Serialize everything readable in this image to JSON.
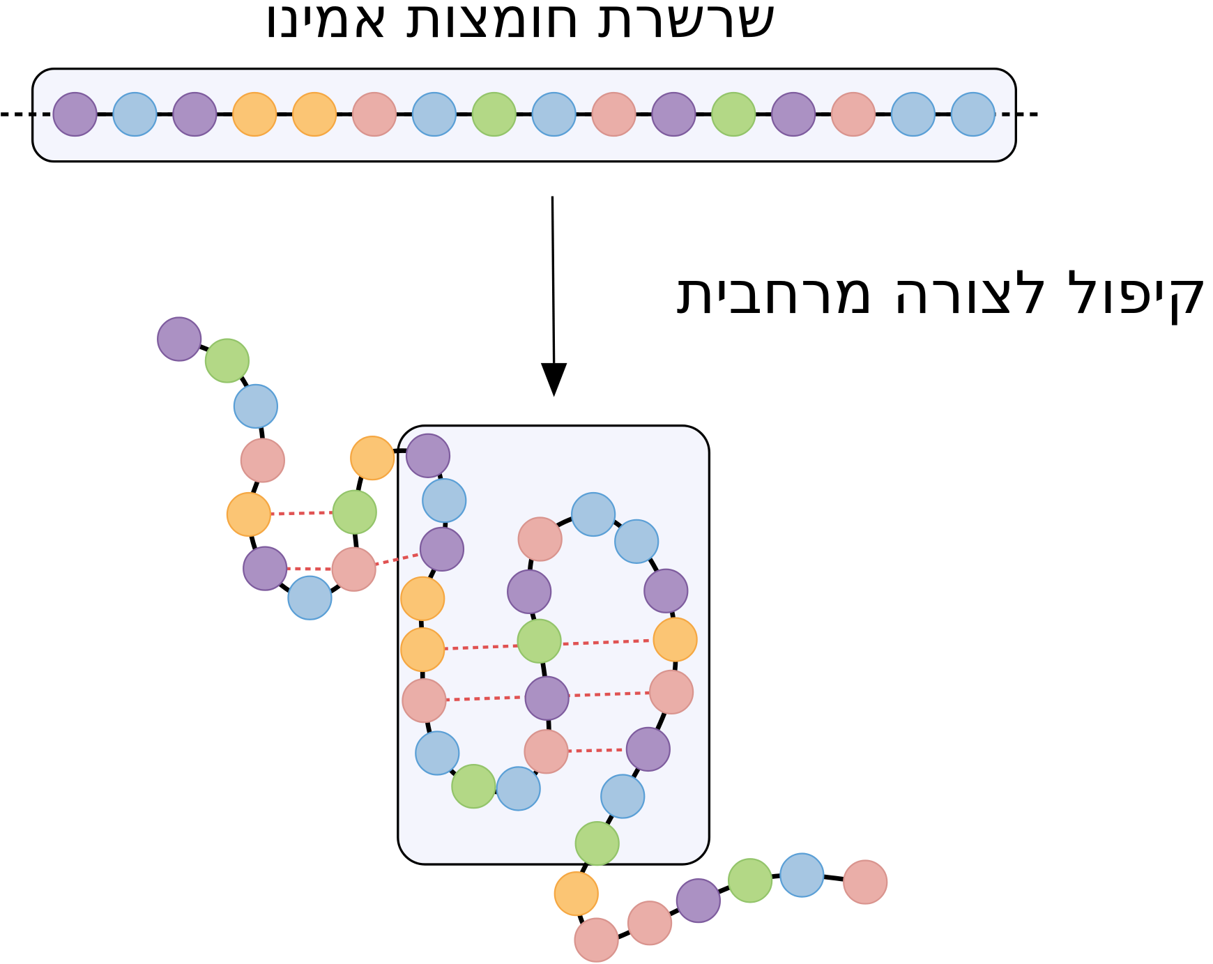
{
  "title": "שרשרת חומצות אמינו",
  "fold_label": "קיפול לצורה מרחבית",
  "colors": {
    "P": {
      "fill": "#ab91c3",
      "stroke": "#7e5c9e"
    },
    "B": {
      "fill": "#a6c6e2",
      "stroke": "#5a9fd6"
    },
    "O": {
      "fill": "#fbc574",
      "stroke": "#f5a742"
    },
    "R": {
      "fill": "#eaaea8",
      "stroke": "#d9948e"
    },
    "G": {
      "fill": "#b3d886",
      "stroke": "#93c46a"
    },
    "box_fill": "#f4f5fd",
    "bond": "#e05252"
  },
  "linear_chain": [
    "P",
    "B",
    "P",
    "O",
    "O",
    "R",
    "B",
    "G",
    "B",
    "R",
    "P",
    "G",
    "P",
    "R",
    "B",
    "B"
  ],
  "folded_chain": [
    "P",
    "G",
    "B",
    "R",
    "O",
    "P",
    "B",
    "R",
    "G",
    "O",
    "P",
    "B",
    "P",
    "O",
    "O",
    "R",
    "B",
    "G",
    "B",
    "R",
    "P",
    "G",
    "P",
    "R",
    "B",
    "B",
    "P",
    "O",
    "R",
    "P",
    "B",
    "G",
    "O",
    "R",
    "R",
    "P",
    "G",
    "B",
    "R"
  ]
}
